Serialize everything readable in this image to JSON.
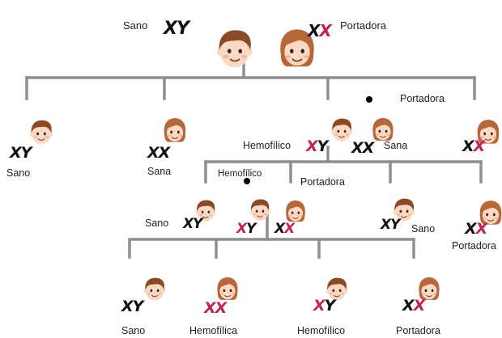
{
  "colors": {
    "connector": "#8f8f8f",
    "chrom_normal": "#111111",
    "chrom_affected": "#c0245c",
    "skin": "#fbd9c3",
    "hair_male": "#8a4a25",
    "hair_female": "#b8673a",
    "dot": "#000000"
  },
  "people": [
    {
      "id": "g1_father",
      "gender": "male",
      "chromosomes": [
        "X",
        "Y"
      ],
      "affected": [
        false,
        false
      ],
      "label": "Sano",
      "marker": false
    },
    {
      "id": "g1_mother",
      "gender": "female",
      "chromosomes": [
        "X",
        "X"
      ],
      "affected": [
        false,
        true
      ],
      "label": "Portadora",
      "marker": false
    },
    {
      "id": "g2_son",
      "gender": "male",
      "chromosomes": [
        "X",
        "Y"
      ],
      "affected": [
        false,
        false
      ],
      "label": "Sano",
      "marker": false
    },
    {
      "id": "g2_daughter",
      "gender": "female",
      "chromosomes": [
        "X",
        "X"
      ],
      "affected": [
        false,
        false
      ],
      "label": "Sana",
      "marker": false
    },
    {
      "id": "g2_hemo_son",
      "gender": "male",
      "chromosomes": [
        "X",
        "Y"
      ],
      "affected": [
        true,
        false
      ],
      "label": "Hemofílico",
      "marker": false
    },
    {
      "id": "g2_spouse",
      "gender": "female",
      "chromosomes": [
        "X",
        "X"
      ],
      "affected": [
        false,
        false
      ],
      "label": "Sana",
      "marker": true
    },
    {
      "id": "g2_carrier",
      "gender": "female",
      "chromosomes": [
        "X",
        "X"
      ],
      "affected": [
        false,
        true
      ],
      "label": "Portadora",
      "marker": false
    },
    {
      "id": "g3_son_a",
      "gender": "male",
      "chromosomes": [
        "X",
        "Y"
      ],
      "affected": [
        false,
        false
      ],
      "label": "Sano",
      "marker": false
    },
    {
      "id": "g3_hemo",
      "gender": "male",
      "chromosomes": [
        "X",
        "Y"
      ],
      "affected": [
        true,
        false
      ],
      "label": "Hemofílico",
      "marker": true
    },
    {
      "id": "g3_carrier_wife",
      "gender": "female",
      "chromosomes": [
        "X",
        "X"
      ],
      "affected": [
        false,
        true
      ],
      "label": "Portadora",
      "marker": false
    },
    {
      "id": "g3_son_b",
      "gender": "male",
      "chromosomes": [
        "X",
        "Y"
      ],
      "affected": [
        false,
        false
      ],
      "label": "Sano",
      "marker": false
    },
    {
      "id": "g3_daughter",
      "gender": "female",
      "chromosomes": [
        "X",
        "X"
      ],
      "affected": [
        false,
        true
      ],
      "label": "Portadora",
      "marker": false
    },
    {
      "id": "g4_son",
      "gender": "male",
      "chromosomes": [
        "X",
        "Y"
      ],
      "affected": [
        false,
        false
      ],
      "label": "Sano",
      "marker": false
    },
    {
      "id": "g4_daughter_hemo",
      "gender": "female",
      "chromosomes": [
        "X",
        "X"
      ],
      "affected": [
        true,
        true
      ],
      "label": "Hemofílica",
      "marker": false
    },
    {
      "id": "g4_son_hemo",
      "gender": "male",
      "chromosomes": [
        "X",
        "Y"
      ],
      "affected": [
        true,
        false
      ],
      "label": "Hemofílico",
      "marker": false
    },
    {
      "id": "g4_daughter",
      "gender": "female",
      "chromosomes": [
        "X",
        "X"
      ],
      "affected": [
        false,
        true
      ],
      "label": "Portadora",
      "marker": false
    }
  ]
}
